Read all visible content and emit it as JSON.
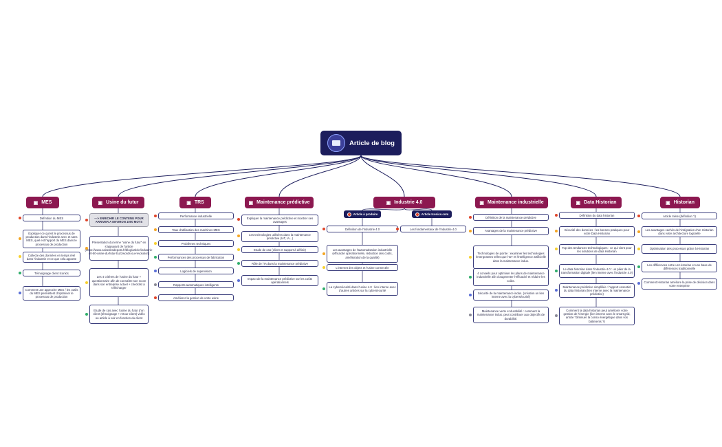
{
  "root": {
    "title": "Article de blog",
    "icon": "blog-illustration-icon"
  },
  "colors": {
    "branch": "#8c1850",
    "root": "#1c1d5c",
    "line": "#1c1d5c"
  },
  "dot_colors": [
    "#e0452a",
    "#f5a623",
    "#f8d02e",
    "#2fae6a",
    "#5b6fd8",
    "#8a8a96"
  ],
  "branches": [
    {
      "title": "MES",
      "icon": "factory-icon",
      "nodes": [
        "Définition du MES",
        "Expliquer ce qu'est le processus de production dans l'industrie avec et sans MES, quel est l'apport du MES dans le processus de production",
        "Collecte des données en temps réel dans l'industrie et ce que cela apporte",
        "Témoignage client Iconics",
        "Comment une approche MES / les outils du MES permettent d'optimiser le processus de production"
      ]
    },
    {
      "title": "Usine du futur",
      "icon": "robot-arm-icon",
      "nodes": [
        "---> ENRICHIR LE CONTENU POUR ARRIVER A ENVIRON 1000 MOTS",
        "Présentation du terme \"usine du futur\" en s'appuyant de l'article (https://www.caisedesdepots.fr/blog/article/industrie-40-50-usine-du-futur-buzzwords-ou-revolution)",
        "Les 4 critères de l'usine du futur + questionnaire afin de connaître son score dans son entreprise actuel + checklist à télécharger",
        "Etude de cas avec l'usine du futur d'un client (témoignage + retour client) vidéo ou article à voir en fonction du client"
      ]
    },
    {
      "title": "TRS",
      "icon": "chart-icon",
      "nodes": [
        "Performance industrielle",
        "Taux d'utilisation des machines MES",
        "Problèmes techniques",
        "Performances des processus de fabrication",
        "Logiciels de supervision",
        "Rapports automatiques intelligents",
        "Améliorer la gestion de votre usine"
      ]
    },
    {
      "title": "Maintenance prédictive",
      "icon": "gears-icon",
      "nodes": [
        "Expliquer la maintenance prédictive et montrer ses avantages",
        "Les technologies utilisées dans la maintenance prédictive (IoT, IA...)",
        "Etude de cas (client et support à définir)",
        "Rôle de l'IA dans la maintenance prédictive",
        "Impact de la maintenance prédictive sur les coûts opérationnels"
      ]
    },
    {
      "title": "Industrie 4.0",
      "icon": "industry-icon",
      "subs": [
        {
          "title": "Article à produire",
          "nodes": [
            "Définition de l'industrie 4.0",
            "Les avantages de l'automatisation industrielle (efficacité opérationnelle, réduction des coûts, amélioration de la qualité)",
            "L'internet des objets et l'usine connectée",
            "La cybersécurité dans l'usine 4.0 : lien interne avec d'autres articles sur la cybersécurité"
          ]
        },
        {
          "title": "Article Iconics.com",
          "nodes": [
            "Les fondamentaux de l'industrie 4.0"
          ]
        }
      ]
    },
    {
      "title": "Maintenance industrielle",
      "icon": "gears-icon",
      "nodes": [
        "Définition de la maintenance prédictive",
        "Avantages de la maintenance prédictive",
        "Technologies de pointe : examiner les technologies émergeantes telles que l'IoT et l'intelligence artificielle dans la maintenance indus.",
        "4 conseils pour optimiser les plans de maintenance industrielle afin d'augmenter l'efficacité et réduire les coûts.",
        "Sécurité de la maintenance indus. (création un lien interne avec la cybersécurité)",
        "Maintenance verte et durabilité : comment la maintenance indus. peut contribuer aux objectifs de durabilité."
      ]
    },
    {
      "title": "Data Historian",
      "icon": "gear-icon",
      "nodes": [
        "Définition du data historian",
        "Sécurité des données : les bonnes pratiques pour votre Data Historian",
        "Top des tendances technologiques : ce qui vient pour les solutions de data Historian",
        "Le data historian dans l'industrie 4.0 : un pilier de la transformation digitale (lien interne avec l'industrie 4.0)",
        "Maintenance prédictive simplifiée : l'apport essentiel du data historian (lien interne avec la maintenance prédictive)",
        "Comment la data historian peut améliorer votre gestion de l'énergie (lien interne avec le smart grid, article \"diminuer la conso énergétique dans vos bâtiments ?)"
      ]
    },
    {
      "title": "Historian",
      "icon": "document-icon",
      "nodes": [
        "Article mère (définition ?)",
        "Les avantages cachés de l'intégration d'un Historian dans votre architecture logicielle",
        "Optimisation des processus grâce à Historian",
        "Les différences entre un Historian et une base de différences traditionnelle",
        "Comment Historian améliore la prise de décision dans votre entreprise"
      ]
    }
  ]
}
